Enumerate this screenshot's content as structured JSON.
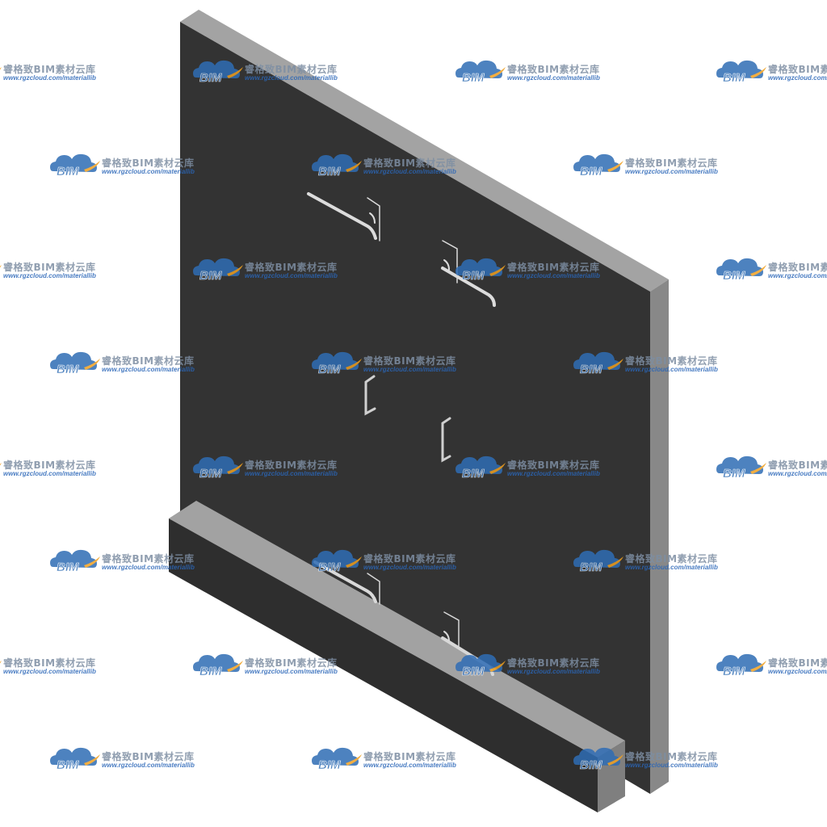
{
  "watermark": {
    "logo_text": "BIM",
    "title": "睿格致BIM素材云库",
    "url": "www.rgzcloud.com/materiallib",
    "logo_colors": {
      "cloud": "#2f6db5",
      "swoosh": "#f0a020"
    }
  },
  "model": {
    "panel_face_color": "#333333",
    "panel_edge_color": "#999999",
    "panel_side_color": "#8a8a8a",
    "beam_face_color": "#2f2f2f",
    "beam_top_color": "#a0a0a0",
    "beam_side_color": "#7f7f7f",
    "hardware_color": "#d9d9d9"
  }
}
